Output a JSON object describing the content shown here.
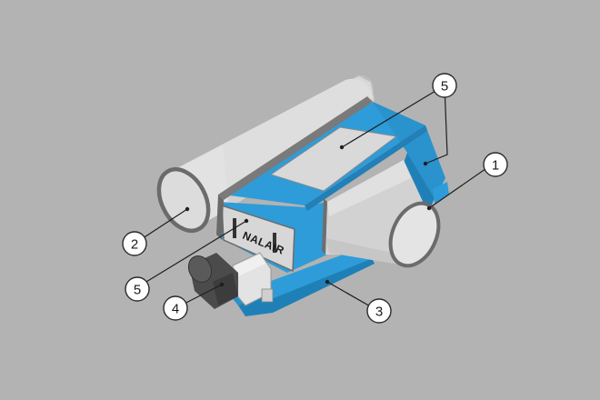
{
  "diagram": {
    "colors": {
      "background": "#b3b3b3",
      "housing_blue": "#2e9cd8",
      "housing_blue_dark": "#1f80b8",
      "duct_grey": "#dcdcdc",
      "duct_shadow": "#c8c8c8",
      "flange": "#6e6e6e",
      "motor": "#4a4a4a"
    },
    "logo": {
      "text": "NALAIR"
    },
    "callouts": [
      {
        "id": "c-5-top",
        "number": "5"
      },
      {
        "id": "c-1",
        "number": "1"
      },
      {
        "id": "c-2",
        "number": "2"
      },
      {
        "id": "c-5-front",
        "number": "5"
      },
      {
        "id": "c-4",
        "number": "4"
      },
      {
        "id": "c-3",
        "number": "3"
      }
    ]
  }
}
